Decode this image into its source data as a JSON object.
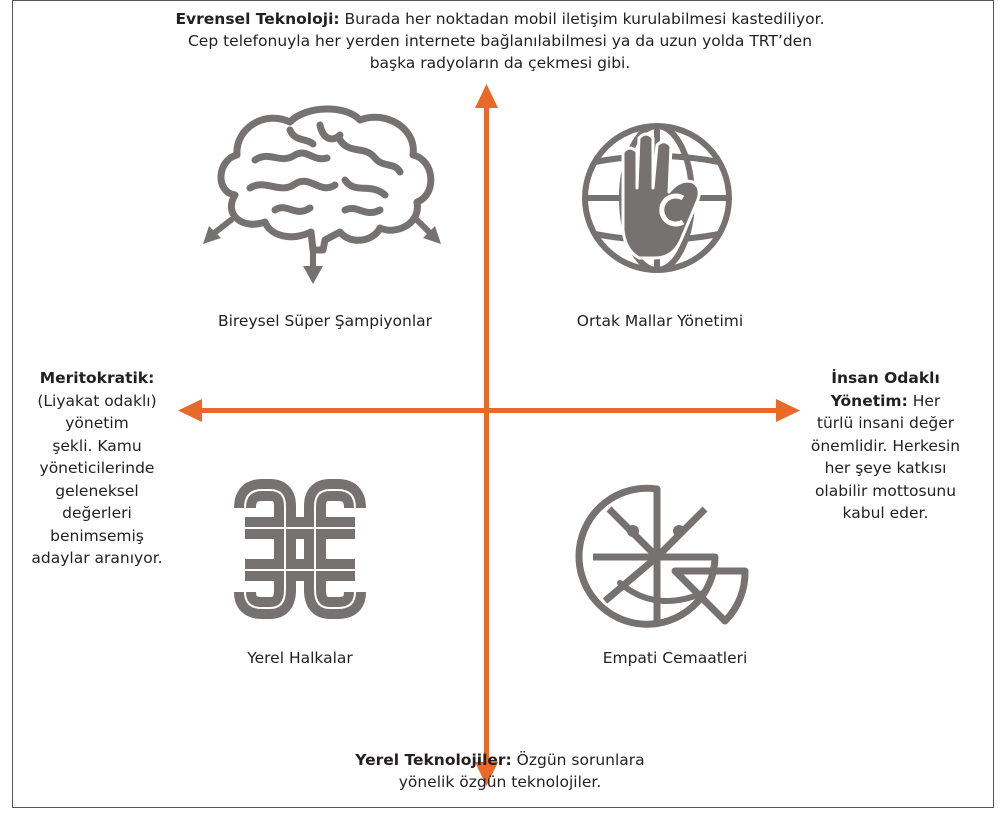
{
  "top": {
    "heading": "Evrensel Teknoloji:",
    "line1": " Burada her noktadan mobil iletişim kurulabilmesi kastediliyor.",
    "line2": "Cep telefonuyla her yerden internete bağlanılabilmesi ya da uzun yolda TRT’den",
    "line3": "başka radyoların da çekmesi gibi."
  },
  "bottom": {
    "heading": "Yerel Teknolojiler:",
    "line1": " Özgün sorunlara",
    "line2": "yönelik özgün teknolojiler."
  },
  "left": {
    "heading": "Meritokratik:",
    "lines": [
      "(Liyakat odaklı)",
      "yönetim",
      "şekli. Kamu",
      "yöneticilerinde",
      "geleneksel",
      "değerleri",
      "benimsemiş",
      "adaylar aranıyor."
    ]
  },
  "right": {
    "heading1": "İnsan Odaklı",
    "heading2": "Yönetim:",
    "after_heading": "  Her",
    "lines": [
      "türlü insani değer",
      "önemlidir. Herkesin",
      "her şeye katkısı",
      "olabilir mottosunu",
      "kabul eder."
    ]
  },
  "quadrants": {
    "top_left": "Bireysel Süper Şampiyonlar",
    "top_right": "Ortak Mallar Yönetimi",
    "bottom_left": "Yerel Halkalar",
    "bottom_right": "Empati Cemaatleri"
  },
  "colors": {
    "arrow": "#e8692a",
    "icon": "#777272"
  },
  "icons": {
    "top_left": "brain-icon",
    "top_right": "globe-hand-icon",
    "bottom_left": "knot-icon",
    "bottom_right": "pie-smile-icon"
  }
}
